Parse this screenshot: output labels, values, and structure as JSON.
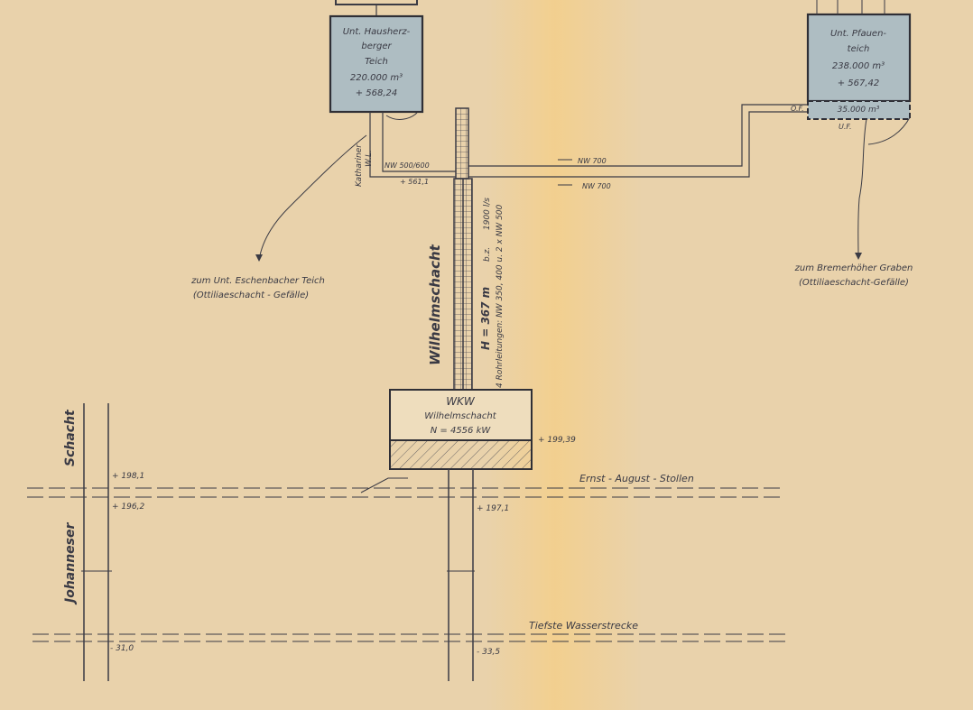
{
  "ponds": {
    "hausherzberger": {
      "name_line1": "Unt. Hausherz-",
      "name_line2": "berger",
      "name_line3": "Teich",
      "volume": "220.000 m³",
      "level": "+ 568,24"
    },
    "pfauen": {
      "name_line1": "Unt. Pfauen-",
      "name_line2": "teich",
      "volume": "238.000 m³",
      "level": "+ 567,42",
      "lower_volume": "35.000 m³",
      "of_label": "O.F.",
      "uf_label": "U.F."
    }
  },
  "labels": {
    "katharinen_1": "Kathariner",
    "katharinen_2": "W.L.",
    "nw_500_600": "NW 500/600",
    "level_561": "+ 561,1",
    "nw_700_top": "NW 700",
    "nw_700_bottom": "NW 700",
    "flow_rate_1": "1900 l/s",
    "flow_rate_2": "b.z.",
    "pipes": "4 Rohrleitungen: NW 350, 400 u. 2 x NW 500",
    "head": "H = 367 m",
    "shaft_name": "Wilhelmschacht",
    "eschenbach_1": "zum Unt. Eschenbacher Teich",
    "eschenbach_2": "(Ottiliaeschacht - Gefälle)",
    "bremerhoeh_1": "zum Bremerhöher Graben",
    "bremerhoeh_2": "(Ottiliaeschacht-Gefälle)",
    "schacht": "Schacht",
    "johanneser": "Johanneser",
    "level_198": "+ 198,1",
    "level_196": "+ 196,2",
    "level_199": "+ 199,39",
    "level_197": "+ 197,1",
    "level_m31": "- 31,0",
    "level_m33": "- 33,5",
    "ernst_august": "Ernst - August - Stollen",
    "tiefste": "Tiefste  Wasserstrecke"
  },
  "power_station": {
    "title": "WKW",
    "name": "Wilhelmschacht",
    "power": "N = 4556 kW"
  },
  "colors": {
    "paper": "#e9d2ab",
    "pond_fill": "#aebdc2",
    "ink": "#3b3b44"
  }
}
